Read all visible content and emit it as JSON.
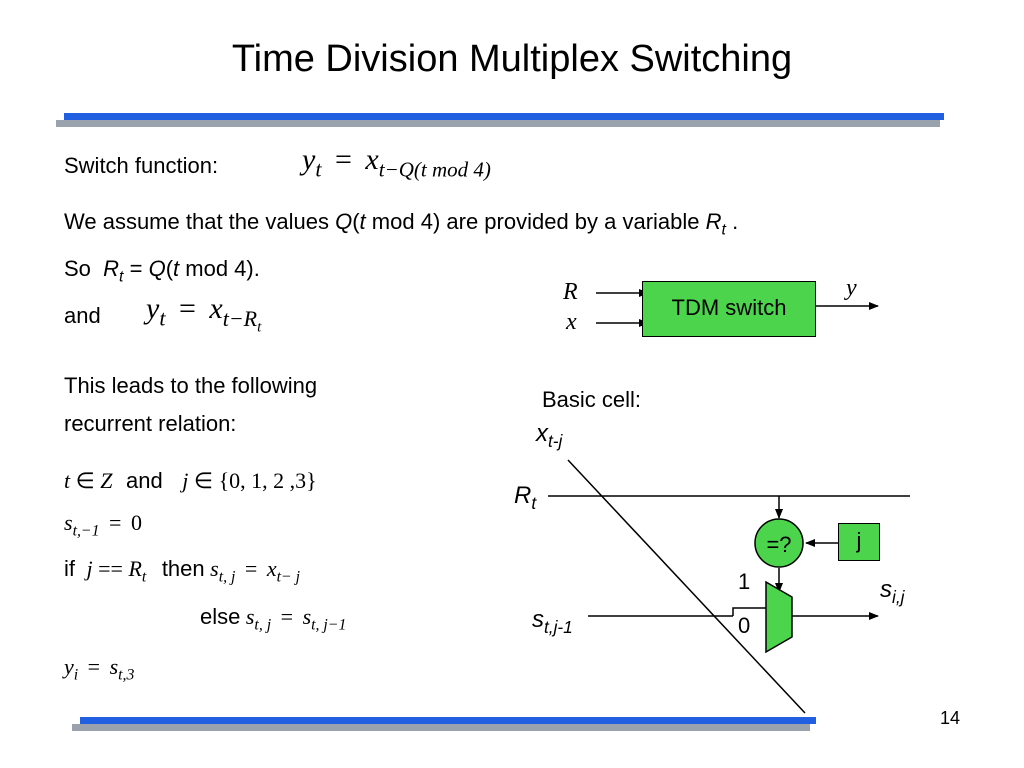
{
  "slide": {
    "title": "Time Division Multiplex Switching",
    "page_number": "14",
    "colors": {
      "accent_blue": "#1f5fe0",
      "shadow_gray": "#9aa3ad",
      "block_green": "#4dd44d"
    }
  },
  "text": {
    "switch_function_label": "Switch function:",
    "assume_line_1": "We assume that the values",
    "assume_q": "Q",
    "assume_paren": "(",
    "assume_t": "t",
    "assume_mod": "mod 4) are provided by a variable",
    "assume_r": "R",
    "assume_rsub": "t",
    "assume_dot": ".",
    "so_label": "So",
    "so_r": "R",
    "so_rsub": "t",
    "so_eq": "=",
    "so_q": "Q",
    "so_paren": "(",
    "so_t": "t",
    "so_mod": "mod 4).",
    "and_label": "and",
    "leads_1": "This leads to the following",
    "leads_2": "recurrent relation:",
    "basic_cell": "Basic cell:"
  },
  "equations": {
    "eq1": {
      "lhs": "y",
      "lhs_sub": "t",
      "eq": "=",
      "rhs": "x",
      "rhs_sub": "t−Q(t mod 4)"
    },
    "eq2": {
      "lhs": "y",
      "lhs_sub": "t",
      "eq": "=",
      "rhs": "x",
      "rhs_sub": "t−R",
      "rhs_subsub": "t"
    },
    "rel1": {
      "t": "t",
      "in": "∈",
      "Z": "Z",
      "and": "and",
      "j": "j",
      "in2": "∈",
      "set": "{0, 1, 2 ,3}"
    },
    "rel2": {
      "s": "s",
      "sub": "t,−1",
      "eq": "=",
      "val": "0"
    },
    "rel3": {
      "if": "if",
      "j": "j",
      "op": "==",
      "R": "R",
      "Rsub": "t",
      "then": "then",
      "s": "s",
      "ssub": "t, j",
      "eq": "=",
      "x": "x",
      "xsub": "t− j"
    },
    "rel4": {
      "else": "else",
      "s": "s",
      "ssub": "t, j",
      "eq": "=",
      "s2": "s",
      "s2sub": "t, j−1"
    },
    "rel5": {
      "y": "y",
      "ysub": "i",
      "eq": "=",
      "s": "s",
      "ssub": "t,3"
    }
  },
  "tdm_block": {
    "label": "TDM switch",
    "input_r": "R",
    "input_x": "x",
    "output_y": "y"
  },
  "basic_cell": {
    "x_label": "x",
    "x_sub": "t-j",
    "r_label": "R",
    "r_sub": "t",
    "compare_label": "=?",
    "j_label": "j",
    "mux_in_1": "1",
    "mux_in_0": "0",
    "s_in_label": "s",
    "s_in_sub": "t,j-1",
    "s_out_label": "s",
    "s_out_sub": "i,j"
  }
}
